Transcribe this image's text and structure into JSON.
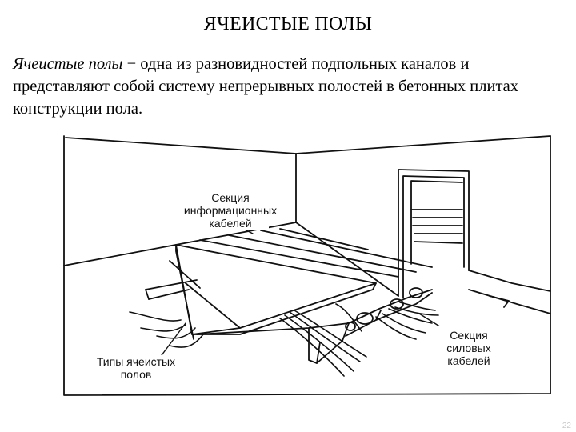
{
  "slide": {
    "title": "ЯЧЕИСТЫЕ ПОЛЫ",
    "paragraph": {
      "term": "Ячеистые полы",
      "text": " − одна из разновидностей подпольных каналов и представляют собой систему непрерывных полостей в бетонных плитах конструкции пола."
    },
    "page_number": "22"
  },
  "figure": {
    "labels": {
      "info_cables": [
        "Секция",
        "информационных",
        "кабелей"
      ],
      "cell_types": [
        "Типы ячеистых",
        "полов"
      ],
      "power_cables": [
        "Секция",
        "силовых",
        "кабелей"
      ]
    }
  }
}
